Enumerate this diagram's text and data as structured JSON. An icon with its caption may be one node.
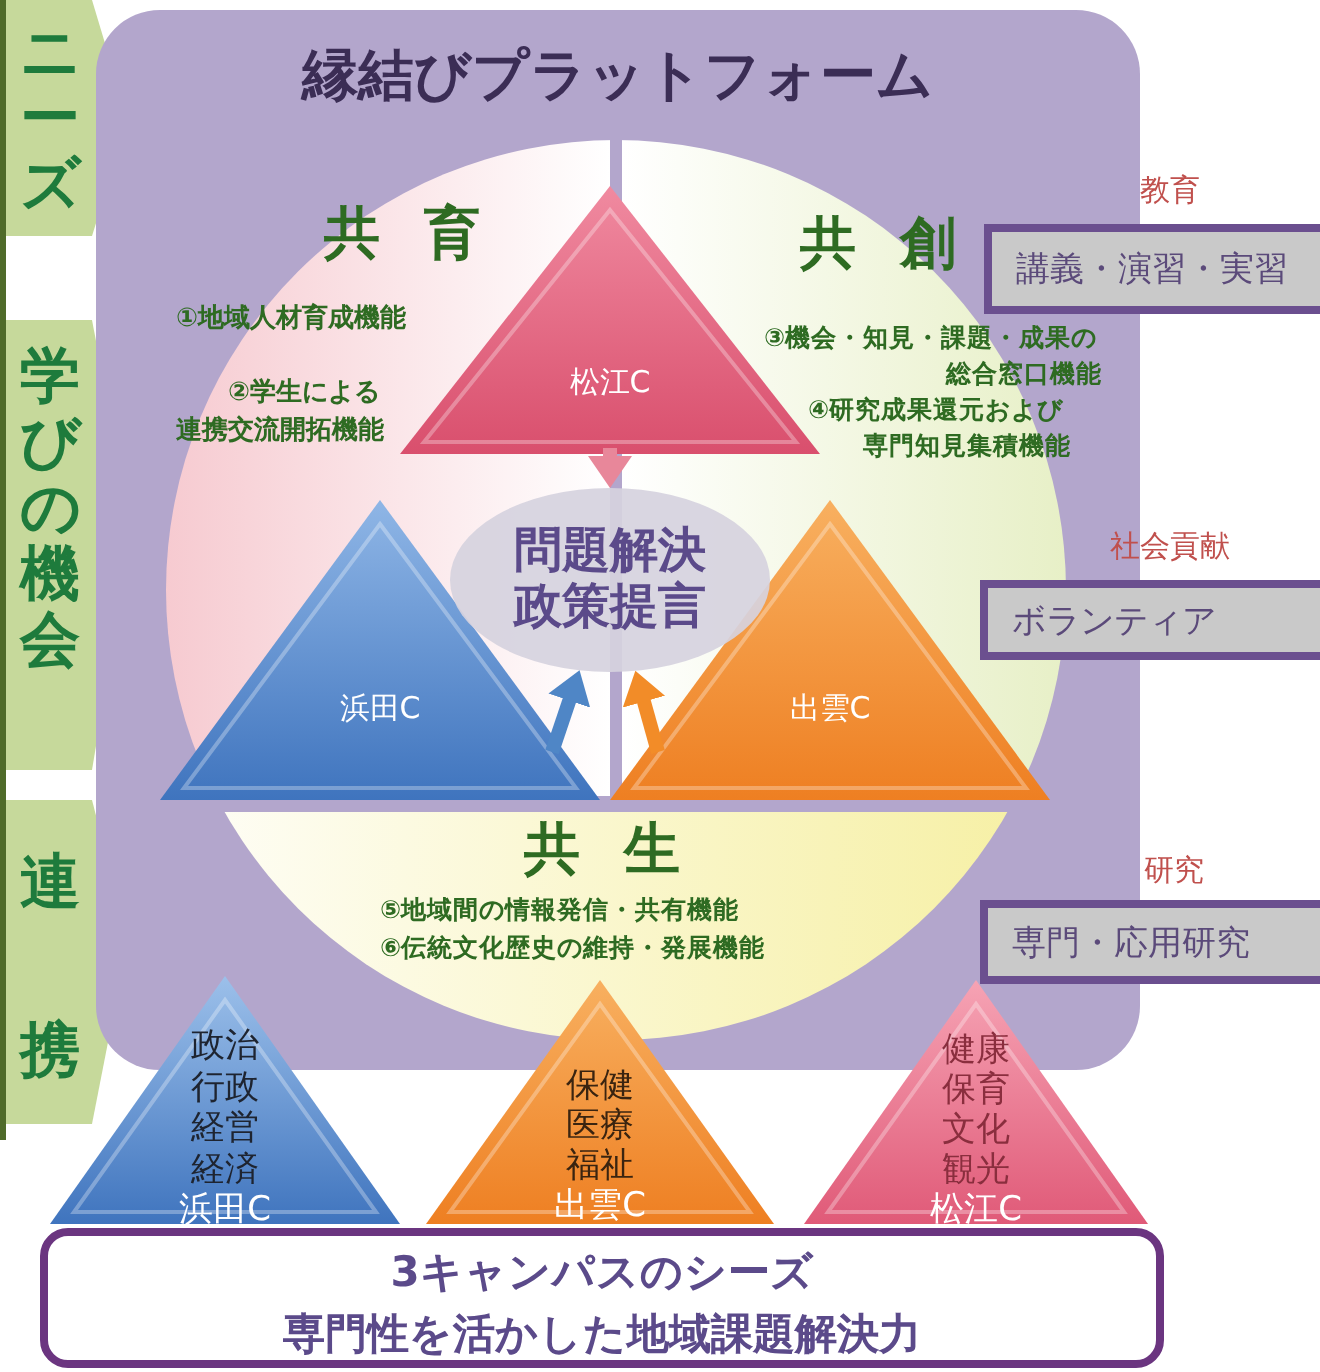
{
  "diagram": {
    "nodes": [
      {
        "text": [
          "縁結びプラットフォーム"
        ]
      },
      {
        "text": [
          "松江C"
        ],
        "in": 0
      },
      {
        "text": [
          "浜田C"
        ],
        "in": 0
      },
      {
        "text": [
          "出雲C"
        ],
        "in": 0
      },
      {
        "text": [
          "問題解決政策提言"
        ],
        "in": 0
      },
      {
        "text": [
          "講義・演習・実習"
        ],
        "beside": [
          "教育"
        ]
      },
      {
        "text": [
          "ボランティア"
        ],
        "beside": [
          "社会貢献"
        ]
      },
      {
        "text": [
          "専門・応用研究"
        ],
        "beside": [
          "研究"
        ]
      },
      {
        "text": [
          "政治",
          "行政",
          "経営",
          "経済",
          "浜田C"
        ]
      },
      {
        "text": [
          "保健",
          "医療",
          "福祉",
          "出雲C"
        ]
      },
      {
        "text": [
          "健康",
          "保育",
          "文化",
          "観光",
          "松江C"
        ]
      },
      {
        "text": [
          "3キャンパスのシーズ",
          "専門性を活かした地域課題解決力"
        ]
      }
    ],
    "edges": [
      {
        "from": 1,
        "to": 4,
        "arrow": "to",
        "color": "#e8879a"
      },
      {
        "from": 2,
        "to": 4,
        "arrow": "to",
        "color": "#4f86c6"
      },
      {
        "from": 3,
        "to": 4,
        "arrow": "to",
        "color": "#f28c28"
      }
    ],
    "labels": [
      "ニーズ",
      "学びの機会",
      "連携",
      "共育",
      "①地域人材育成機能",
      "②学生による連携交流開拓機能",
      "共創",
      "③機会・知見・課題・成果の総合窓口機能",
      "④研究成果還元および専門知見集積機能",
      "共生",
      "⑤地域間の情報発信・共有機能",
      "⑥伝統文化歴史の維持・発展機能"
    ]
  }
}
